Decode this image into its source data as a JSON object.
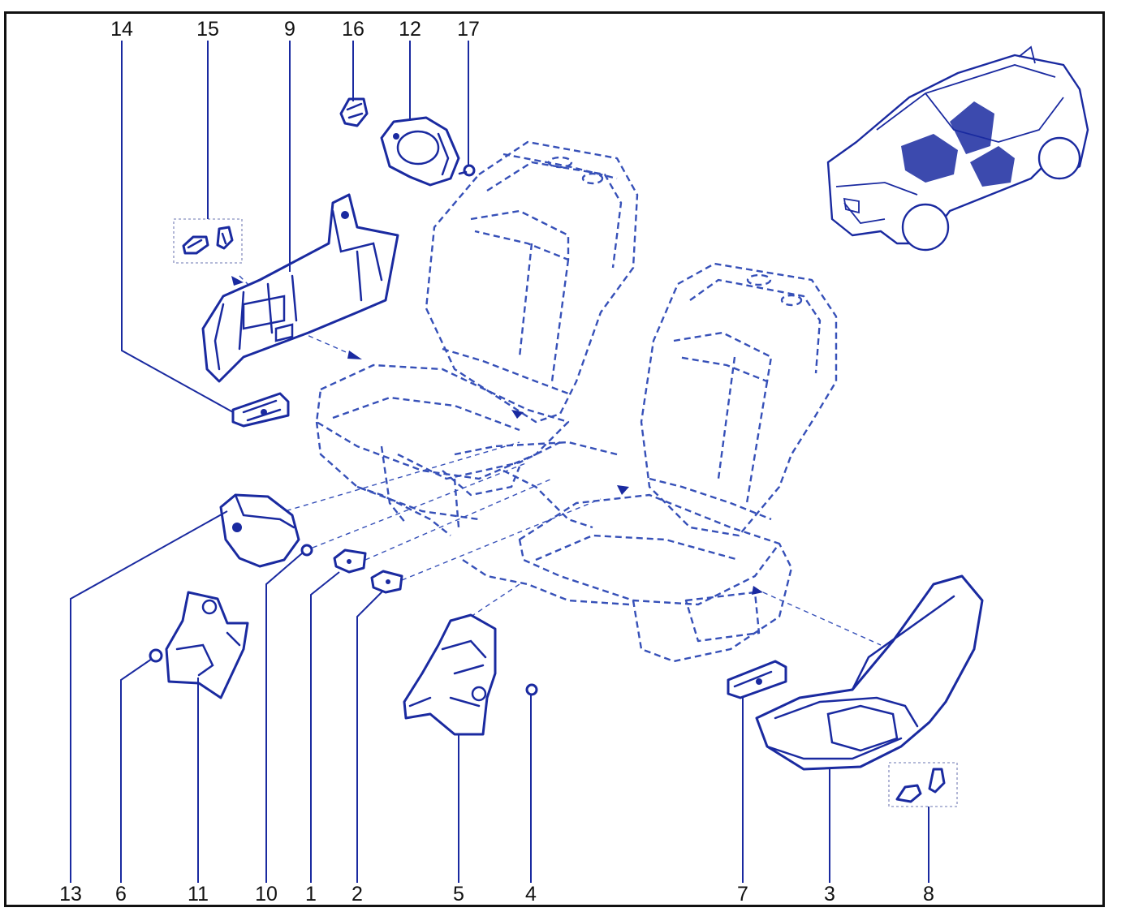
{
  "diagram": {
    "type": "exploded-parts-diagram",
    "colors": {
      "line": "#1a2aa0",
      "ghost": "#3650b8",
      "text": "#111111",
      "frame": "#111111"
    },
    "callouts_top": [
      "14",
      "15",
      "9",
      "16",
      "12",
      "17"
    ],
    "callouts_bottom": [
      "13",
      "6",
      "11",
      "10",
      "1",
      "2",
      "5",
      "4",
      "7",
      "3",
      "8"
    ]
  }
}
